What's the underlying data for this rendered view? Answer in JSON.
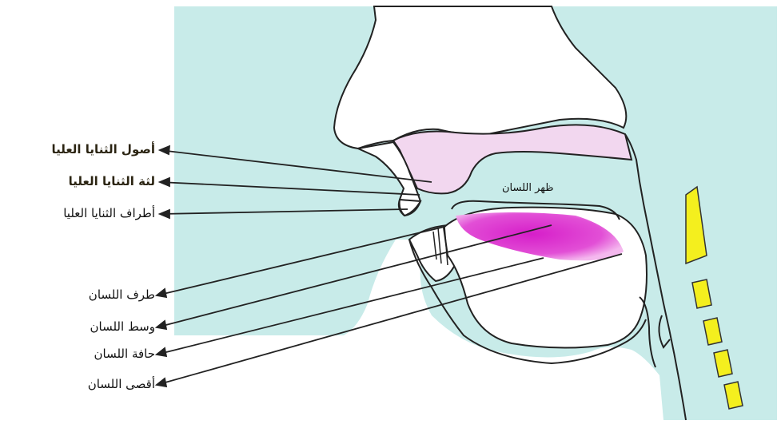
{
  "colors": {
    "background": "#c8ebe9",
    "gum_pink": "#f2d7ef",
    "tongue_magenta": "#d61ec9",
    "vertebra_yellow": "#f4ef1e",
    "outline": "#222222"
  },
  "labels": {
    "upper_alveolar": "أصول الثنايا العليا",
    "upper_gum": "لثة الثنايا العليا",
    "upper_incisor_tips": "أطراف الثنايا العليا",
    "tongue_tip": "طرف اللسان",
    "tongue_middle": "وسط اللسان",
    "tongue_edge": "حافة اللسان",
    "tongue_back": "أقصى اللسان",
    "tongue_dorsum": "ظهر اللسان"
  }
}
